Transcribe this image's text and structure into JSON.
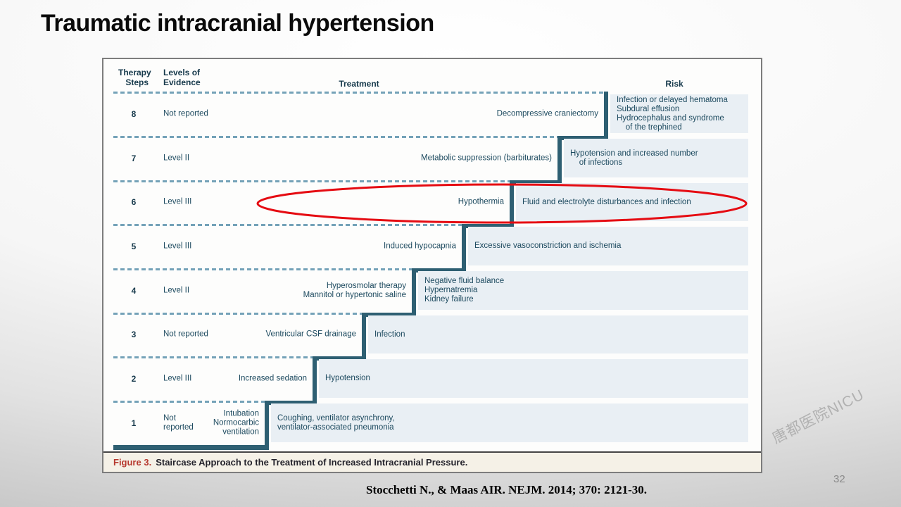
{
  "slide": {
    "title": "Traumatic intracranial hypertension",
    "page_number": "32",
    "watermark": "唐都医院NICU",
    "citation": "Stocchetti N., & Maas AIR. NEJM. 2014; 370: 2121-30."
  },
  "figure": {
    "caption_label": "Figure 3.",
    "caption_text": "Staircase Approach to the Treatment of Increased Intracranial Pressure.",
    "columns": {
      "therapy_steps": "Therapy\n  Steps",
      "levels_of_evidence": "Levels of\nEvidence",
      "treatment": "Treatment",
      "risk": "Risk"
    },
    "rows": [
      {
        "step": "8",
        "evidence": "Not reported",
        "treatment": "Decompressive craniectomy",
        "risk": "Infection or delayed hematoma\nSubdural effusion\nHydrocephalus and syndrome\n    of the trephined"
      },
      {
        "step": "7",
        "evidence": "Level II",
        "treatment": "Metabolic suppression (barbiturates)",
        "risk": "Hypotension and increased number\n    of infections"
      },
      {
        "step": "6",
        "evidence": "Level III",
        "treatment": "Hypothermia",
        "risk": "Fluid and electrolyte disturbances and infection"
      },
      {
        "step": "5",
        "evidence": "Level III",
        "treatment": "Induced hypocapnia",
        "risk": "Excessive vasoconstriction and ischemia"
      },
      {
        "step": "4",
        "evidence": "Level II",
        "treatment": "Hyperosmolar therapy\nMannitol or hypertonic saline",
        "risk": "Negative fluid balance\nHypernatremia\nKidney failure"
      },
      {
        "step": "3",
        "evidence": "Not reported",
        "treatment": "Ventricular CSF drainage",
        "risk": "Infection"
      },
      {
        "step": "2",
        "evidence": "Level III",
        "treatment": "Increased sedation",
        "risk": "Hypotension"
      },
      {
        "step": "1",
        "evidence": "Not\nreported",
        "treatment": "Intubation\nNormocarbic\nventilation",
        "risk": "Coughing, ventilator asynchrony,\nventilator-associated pneumonia"
      }
    ],
    "highlight": {
      "shape": "ellipse",
      "highlighted_step": "6",
      "color": "#e50b12"
    },
    "colors": {
      "staircase": "#2e5f72",
      "risk_cell_bg": "#e9eff4",
      "dashed_line": "#74a2b8",
      "figure_text": "#1d4a5f",
      "caption_label_red": "#b6382e"
    }
  }
}
